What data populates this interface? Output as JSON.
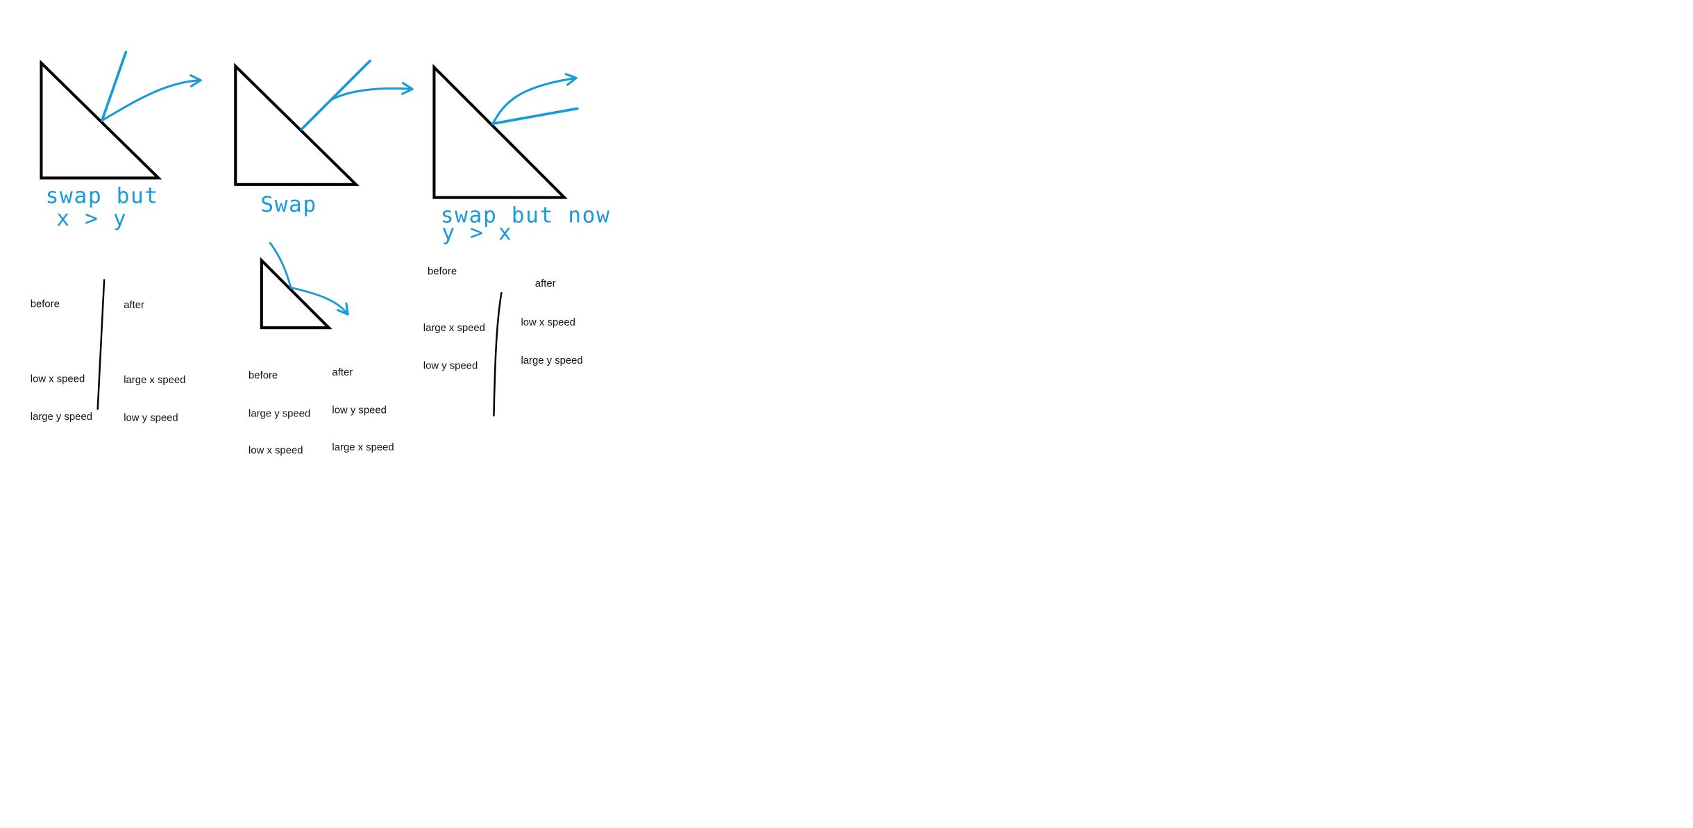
{
  "colors": {
    "ink_black": "#000000",
    "ink_blue": "#1a9ad8",
    "background": "#ffffff"
  },
  "panels": [
    {
      "caption_line1": "swap but",
      "caption_line2": "x > y",
      "before_heading": "before",
      "before_line1": "low x speed",
      "before_line2": "large y speed",
      "after_heading": "after",
      "after_line1": "large x speed",
      "after_line2": "low y speed"
    },
    {
      "caption_line1": "Swap",
      "before_heading": "before",
      "before_line1": "large y speed",
      "before_line2": "low x speed",
      "after_heading": "after",
      "after_line1": "low y speed",
      "after_line2": "large x speed"
    },
    {
      "caption_line1": "swap but now",
      "caption_line2": "y > x",
      "before_heading": "before",
      "before_line1": "large x speed",
      "before_line2": "low y speed",
      "after_heading": "after",
      "after_line1": "low x speed",
      "after_line2": "large y speed"
    }
  ]
}
